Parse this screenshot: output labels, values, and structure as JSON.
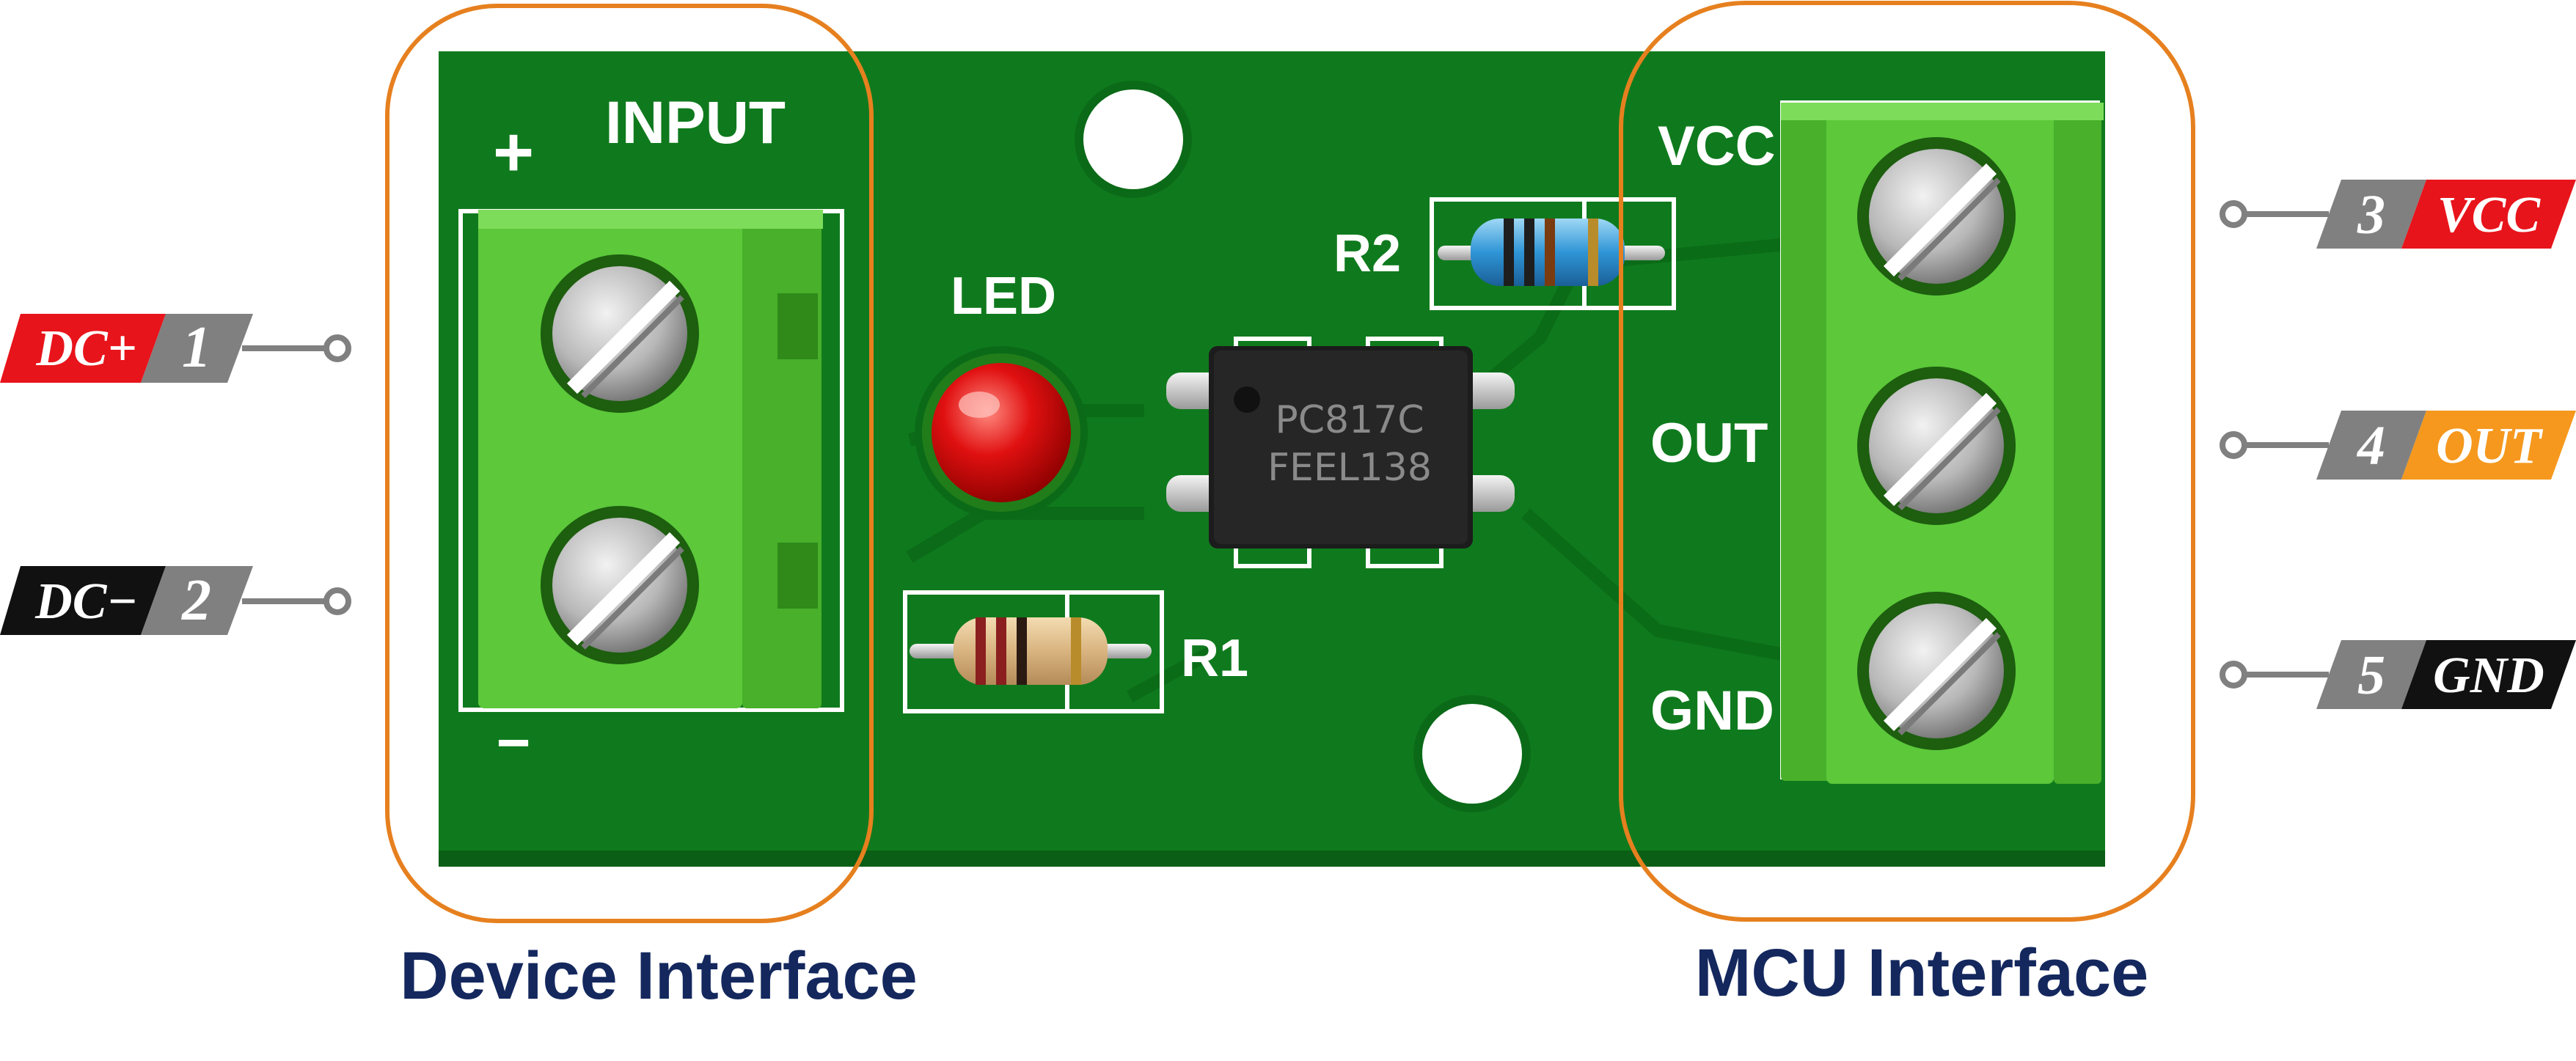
{
  "board": {
    "input_label": "INPUT",
    "plus_sign": "+",
    "minus_sign": "−",
    "led_label": "LED",
    "r1_label": "R1",
    "r2_label": "R2",
    "vcc_label": "VCC",
    "out_label": "OUT",
    "gnd_label": "GND",
    "chip_line1": "PC817C",
    "chip_line2": "FEEL138"
  },
  "pins": [
    {
      "name": "DC+",
      "number": "1",
      "color": "#e8141b"
    },
    {
      "name": "DC−",
      "number": "2",
      "color": "#111111"
    },
    {
      "name": "VCC",
      "number": "3",
      "color": "#e8141b"
    },
    {
      "name": "OUT",
      "number": "4",
      "color": "#f5981d"
    },
    {
      "name": "GND",
      "number": "5",
      "color": "#111111"
    }
  ],
  "captions": {
    "device": "Device Interface",
    "mcu": "MCU Interface"
  },
  "colors": {
    "pcb": "#0f7a1d",
    "terminal": "#5cc83a",
    "highlight_outline": "#e6801f",
    "caption": "#14285e",
    "pin_number_tag": "#808080"
  }
}
